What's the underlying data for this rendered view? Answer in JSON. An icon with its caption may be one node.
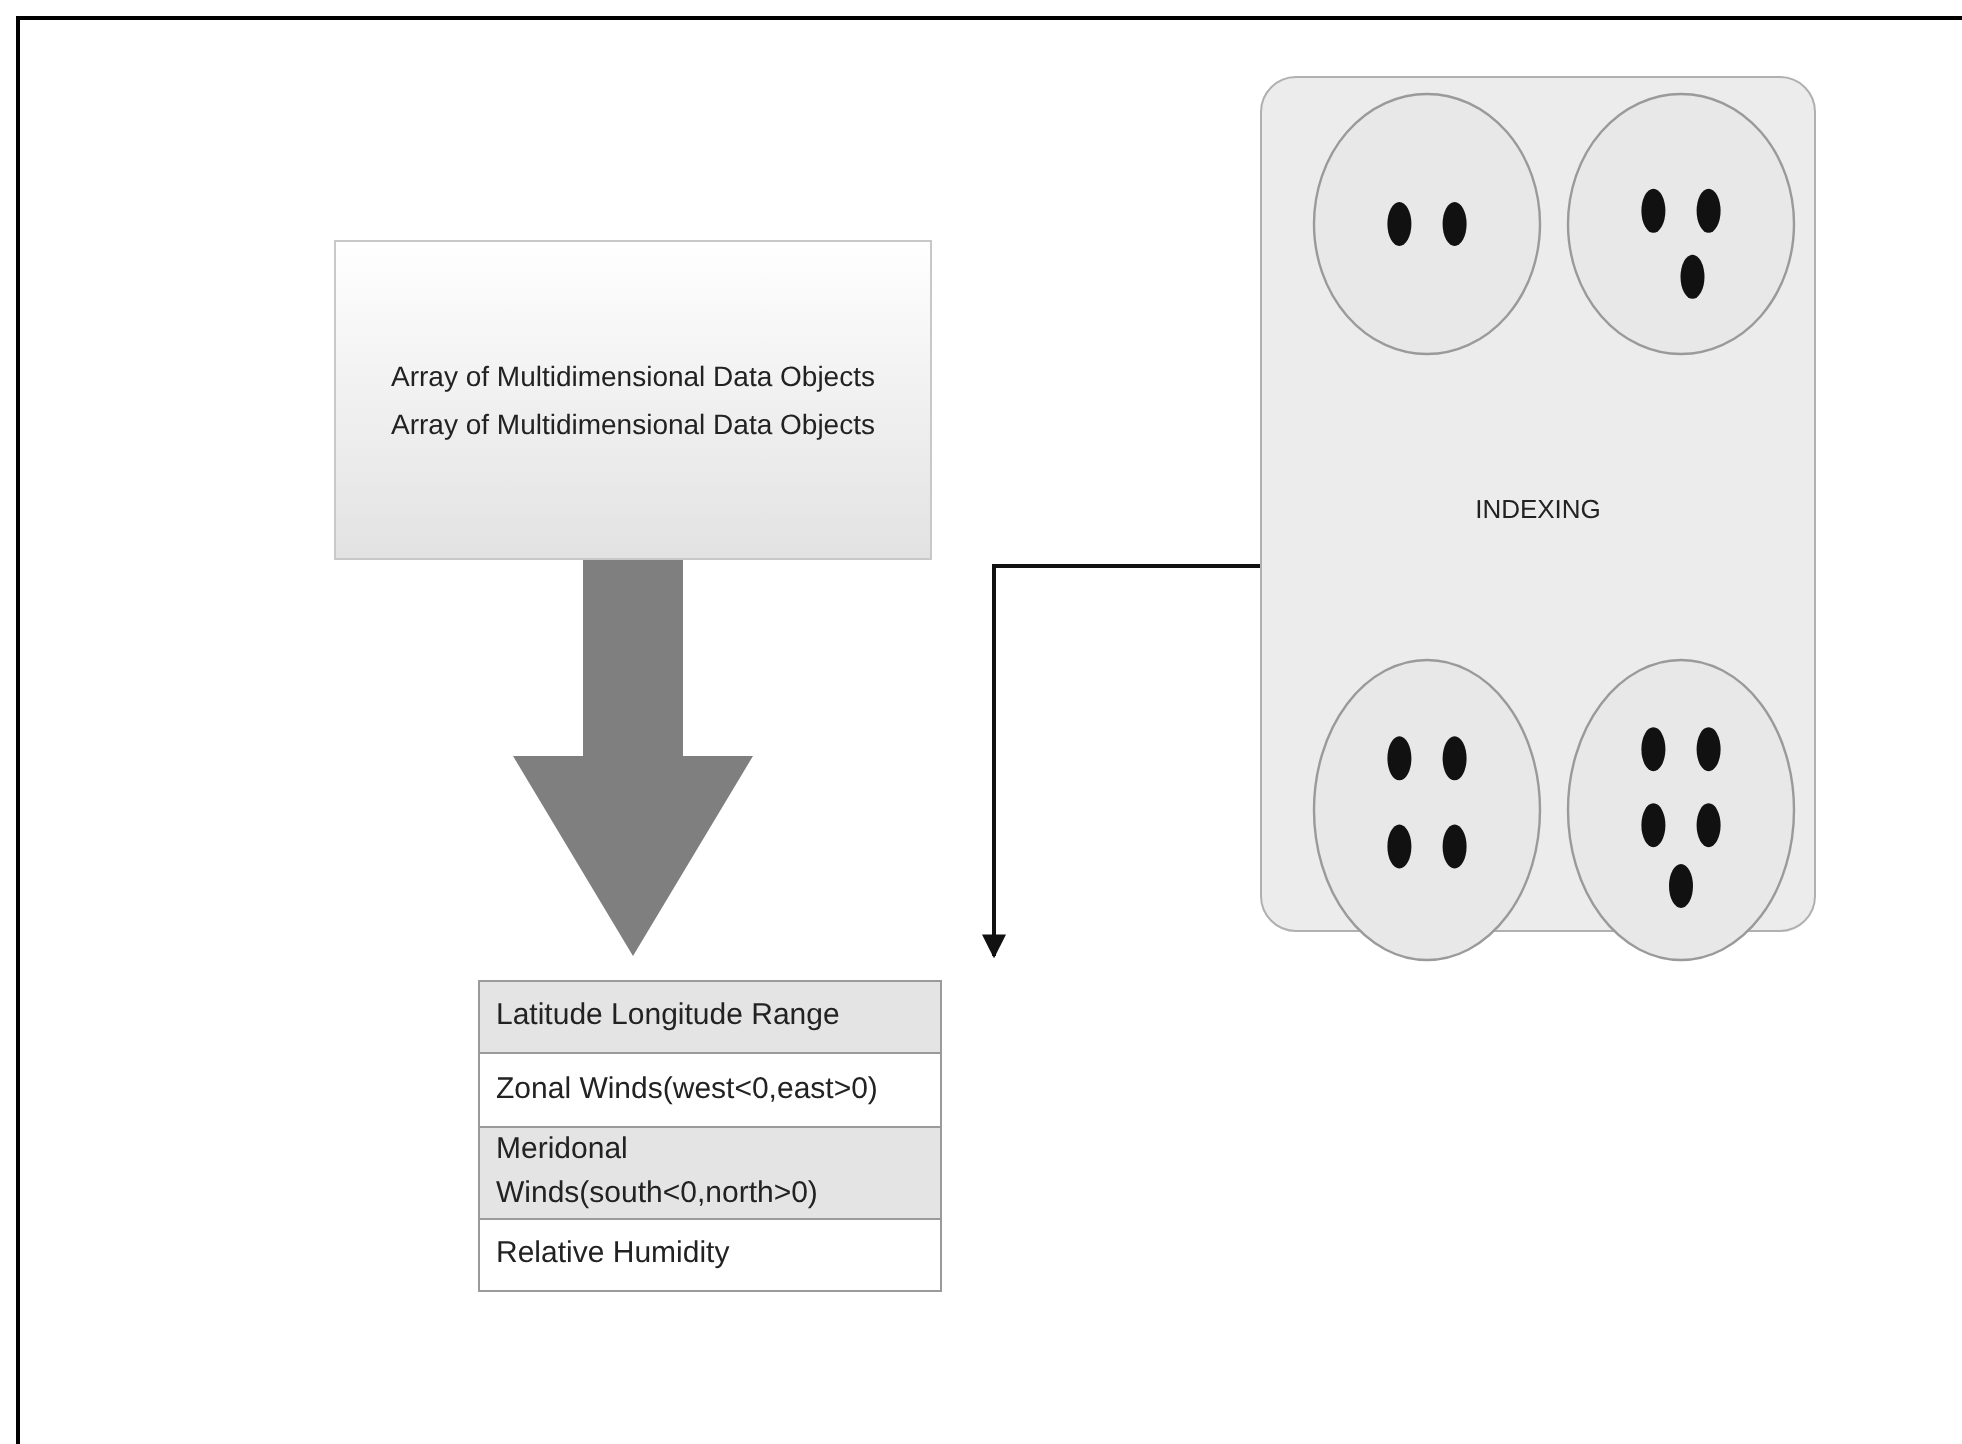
{
  "diagram": {
    "nodes": [
      {
        "text": [
          "Array of Multidimensional Data Objects Array of Multidimensional Data Objects"
        ]
      },
      {
        "text": [
          "INDEXING"
        ]
      },
      {
        "text": [],
        "shape": "circle",
        "in": 1
      },
      {
        "text": [],
        "shape": "circle",
        "in": 1
      },
      {
        "text": [],
        "shape": "circle",
        "in": 1
      },
      {
        "text": [],
        "shape": "circle",
        "in": 1
      },
      {
        "text": [
          "Latitude Longitude Range",
          "Zonal Winds(west<0,east>0)",
          "Meridonal Winds(south<0,north>0)",
          "Relative Humidity"
        ]
      }
    ],
    "edges": [
      {
        "from": 0,
        "to": 6,
        "arrow": "to",
        "style": "thick"
      },
      {
        "from": 1,
        "to": null,
        "arrow": "to"
      }
    ]
  }
}
